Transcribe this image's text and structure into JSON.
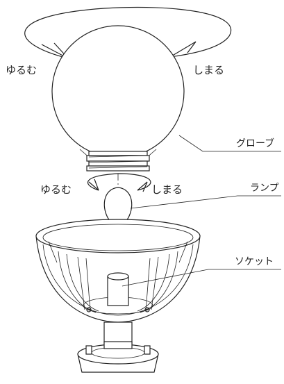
{
  "labels": {
    "loosen_top": "ゆるむ",
    "tighten_top": "しまる",
    "loosen_mid": "ゆるむ",
    "tighten_mid": "しまる",
    "globe": "グローブ",
    "lamp": "ランプ",
    "socket": "ソケット"
  },
  "colors": {
    "line": "#222222",
    "background": "#ffffff"
  }
}
